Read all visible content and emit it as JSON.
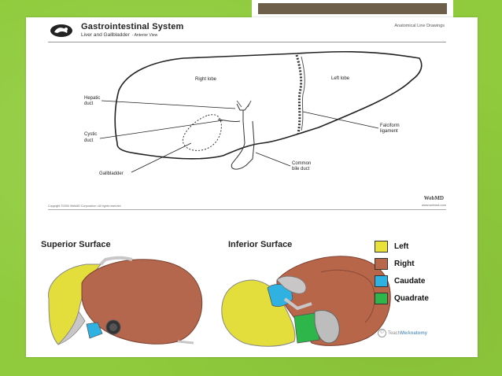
{
  "header": {
    "title": "Gastrointestinal System",
    "subtitle": "Liver and Gallbladder",
    "subtitle_view": "- Anterior View",
    "right_label": "Anatomical Line Drawings"
  },
  "top_diagram": {
    "labels": {
      "right_lobe": "Right lobe",
      "left_lobe": "Left lobe",
      "hepatic_duct_1": "Hepatic",
      "hepatic_duct_2": "duct",
      "cystic_duct_1": "Cystic",
      "cystic_duct_2": "duct",
      "gallbladder": "Gallbladder",
      "falciform_1": "Falciform",
      "falciform_2": "ligament",
      "common_bile_1": "Common",
      "common_bile_2": "bile duct"
    },
    "footer_left": "Copyright ©2000 WebMD Corporation • All rights reserved",
    "footer_right": "www.webmd.com",
    "brand": "WebMD"
  },
  "bottom": {
    "superior_title": "Superior Surface",
    "inferior_title": "Inferior Surface",
    "legend": [
      {
        "label": "Left",
        "color": "#e9e23a"
      },
      {
        "label": "Right",
        "color": "#b9674a"
      },
      {
        "label": "Caudate",
        "color": "#2fb2e2"
      },
      {
        "label": "Quadrate",
        "color": "#2fb64a"
      }
    ],
    "credit_prefix": "Teach",
    "credit_brand": "MeAnatomy"
  },
  "colors": {
    "background": "#8fcb3c",
    "slide": "#ffffff",
    "tab_bar": "#6d5f4a"
  }
}
